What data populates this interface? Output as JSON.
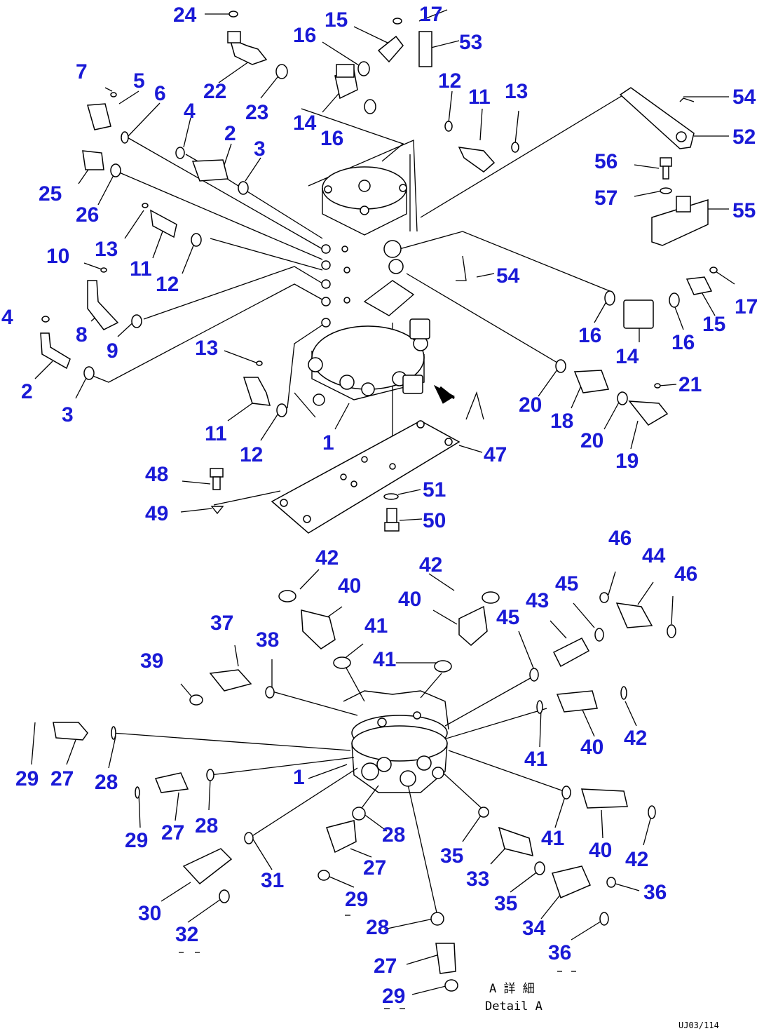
{
  "labels": [
    "24",
    "17",
    "15",
    "16",
    "53",
    "7",
    "5",
    "6",
    "22",
    "23",
    "12",
    "11",
    "13",
    "54",
    "52",
    "14",
    "16",
    "4",
    "2",
    "3",
    "56",
    "57",
    "55",
    "25",
    "26",
    "13",
    "11",
    "12",
    "10",
    "54",
    "17",
    "16",
    "16",
    "15",
    "4",
    "8",
    "9",
    "14",
    "13",
    "21",
    "2",
    "3",
    "20",
    "18",
    "11",
    "12",
    "1",
    "20",
    "19",
    "47",
    "48",
    "51",
    "49",
    "50",
    "42",
    "42",
    "46",
    "44",
    "40",
    "40",
    "46",
    "45",
    "37",
    "41",
    "43",
    "45",
    "38",
    "41",
    "39",
    "41",
    "40",
    "42",
    "29",
    "27",
    "28",
    "1",
    "29",
    "27",
    "28",
    "28",
    "41",
    "40",
    "42",
    "31",
    "27",
    "35",
    "33",
    "29",
    "35",
    "34",
    "36",
    "30",
    "32",
    "28",
    "36",
    "27",
    "29"
  ],
  "caption": {
    "line1": "A 詳 細",
    "line2": "Detail A"
  },
  "drawing_code": "UJ03/114"
}
